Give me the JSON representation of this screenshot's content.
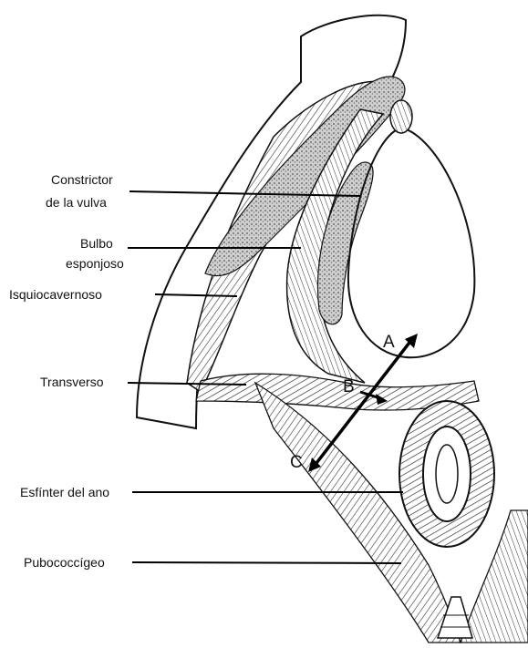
{
  "labels": {
    "constrictor_l1": "Constrictor",
    "constrictor_l2": "de la vulva",
    "bulbo_l1": "Bulbo",
    "bulbo_l2": "esponjoso",
    "isquio": "Isquiocavernoso",
    "transverso": "Transverso",
    "esfinter": "Esfínter del ano",
    "pubococ": "Pubococcígeo"
  },
  "markers": {
    "a": "A",
    "b": "B",
    "c": "C"
  },
  "colors": {
    "ink": "#111111",
    "background": "#ffffff",
    "stipple": "#8a8a8a"
  }
}
